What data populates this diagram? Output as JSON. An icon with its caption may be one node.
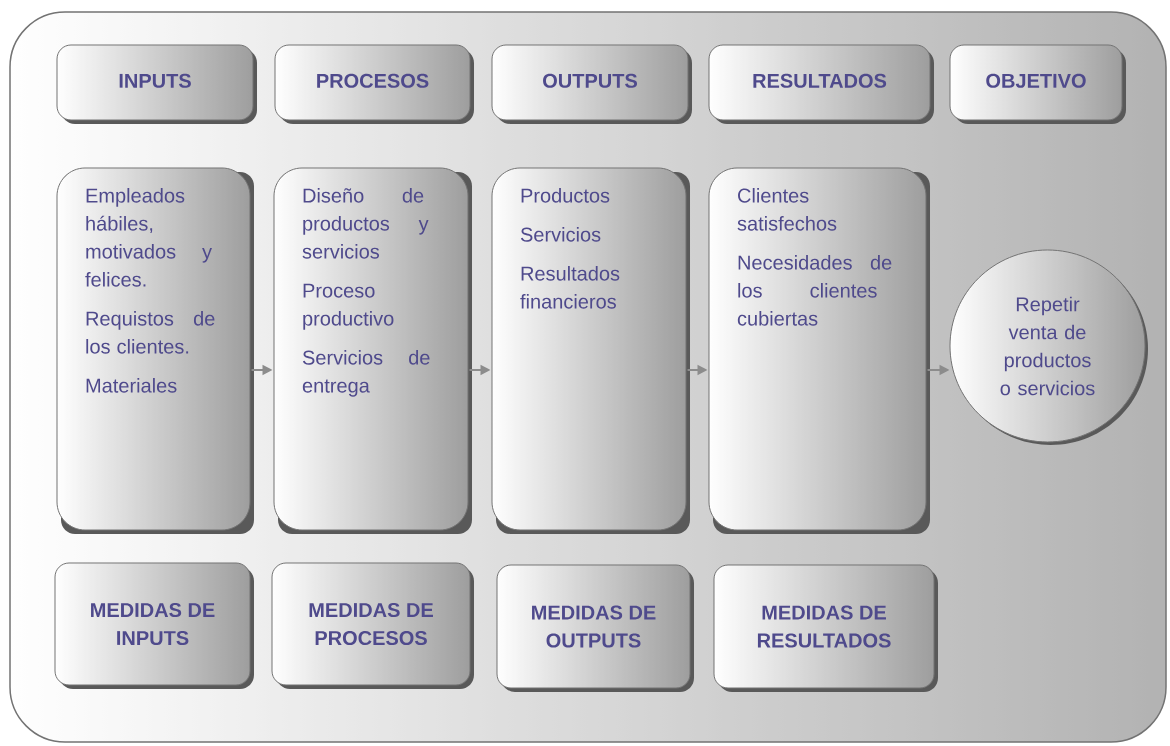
{
  "diagram": {
    "nodes": [
      {
        "text": [],
        "shape": "box"
      },
      {
        "text": [
          "INPUTS"
        ],
        "in": 0
      },
      {
        "text": [
          "PROCESOS"
        ],
        "in": 0
      },
      {
        "text": [
          "OUTPUTS"
        ],
        "in": 0
      },
      {
        "text": [
          "RESULTADOS"
        ],
        "in": 0
      },
      {
        "text": [
          "OBJETIVO"
        ],
        "in": 0
      },
      {
        "text": [
          "Empleados hábiles, motivados y felices.",
          "Requistos de los clientes.",
          "Materiales"
        ],
        "in": 0
      },
      {
        "text": [
          "Diseño de productos y servicios",
          "Proceso productivo",
          "Servicios de entrega"
        ],
        "in": 0
      },
      {
        "text": [
          "Productos",
          "Servicios",
          "Resultados financieros"
        ],
        "in": 0
      },
      {
        "text": [
          "Clientes satisfechos",
          "Necesidades de los clientes cubiertas"
        ],
        "in": 0
      },
      {
        "text": [
          "Repetir venta de productos o servicios"
        ],
        "in": 0
      },
      {
        "text": [
          "MEDIDAS DE INPUTS"
        ],
        "in": 0
      },
      {
        "text": [
          "MEDIDAS DE PROCESOS"
        ],
        "in": 0
      },
      {
        "text": [
          "MEDIDAS DE OUTPUTS"
        ],
        "in": 0
      },
      {
        "text": [
          "MEDIDAS DE RESULTADOS"
        ],
        "in": 0
      }
    ],
    "edges": [
      {
        "from": 6,
        "to": 7,
        "arrow": "to"
      },
      {
        "from": 7,
        "to": 8,
        "arrow": "to"
      },
      {
        "from": 8,
        "to": 9,
        "arrow": "to"
      },
      {
        "from": 9,
        "to": 10,
        "arrow": "to"
      }
    ]
  }
}
